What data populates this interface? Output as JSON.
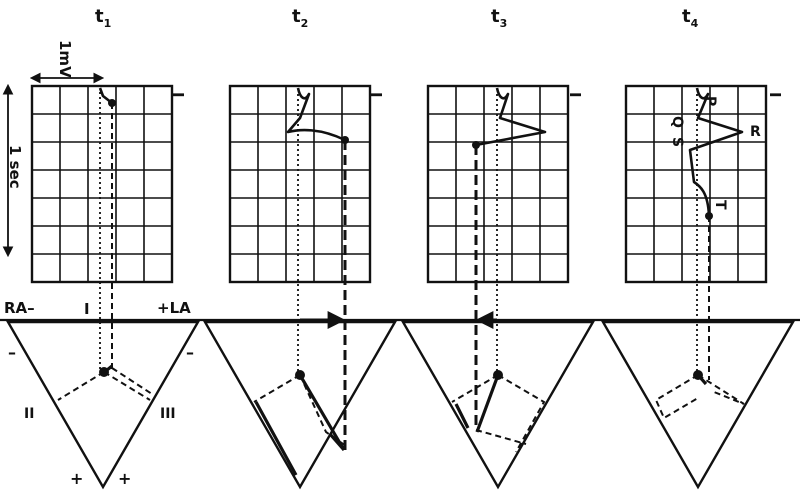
{
  "time_labels": [
    {
      "base": "t",
      "sub": "1"
    },
    {
      "base": "t",
      "sub": "2"
    },
    {
      "base": "t",
      "sub": "3"
    },
    {
      "base": "t",
      "sub": "4"
    }
  ],
  "lead_label": "I",
  "scale": {
    "amplitude": "1mV",
    "time": "1 sec"
  },
  "triangle_labels": {
    "ra": "RA–",
    "la": "+LA",
    "lead_i": "I",
    "lead_ii": "II",
    "lead_iii": "III",
    "minus": "–",
    "plus": "+"
  },
  "wave_labels": {
    "p": "P",
    "q": "Q",
    "r": "R",
    "s": "S",
    "t": "T"
  }
}
